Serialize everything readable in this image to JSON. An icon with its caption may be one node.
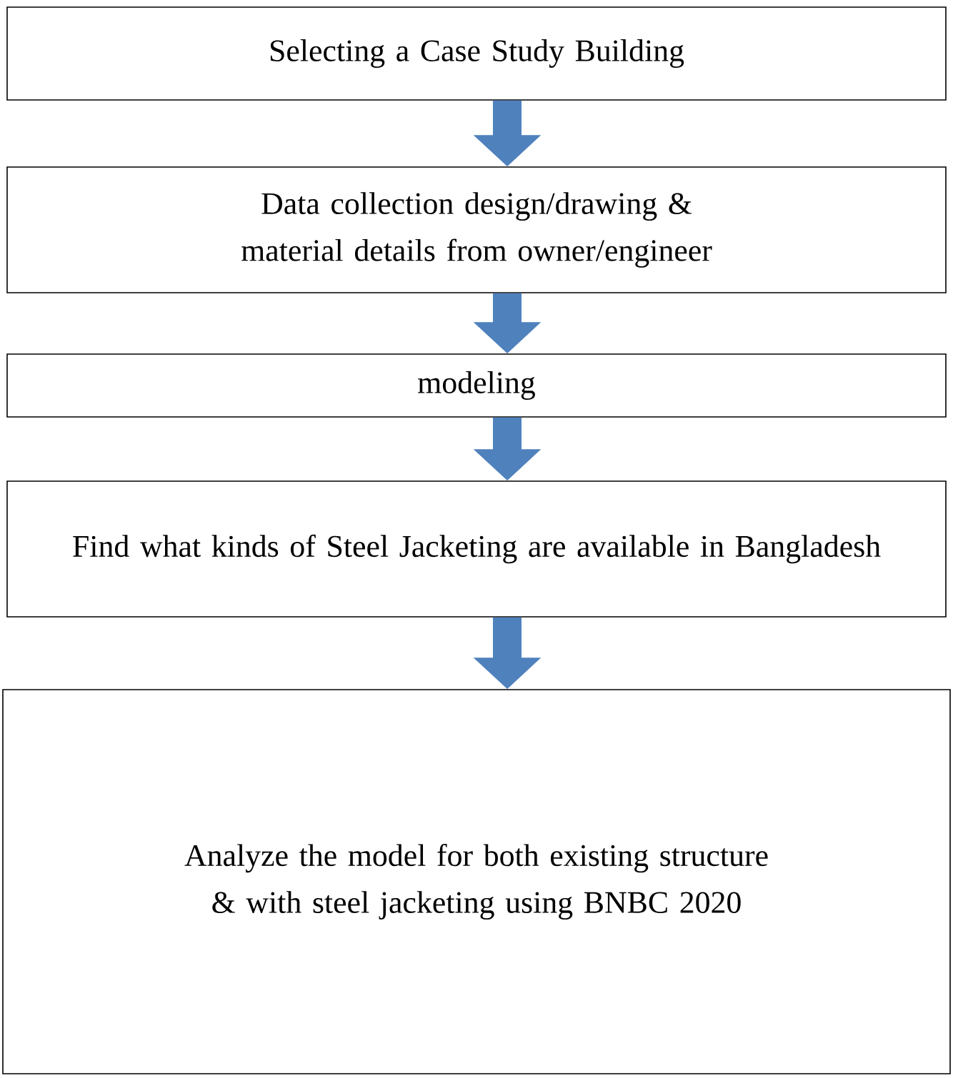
{
  "diagram": {
    "nodes": [
      {
        "text": [
          "Selecting a Case Study Building"
        ]
      },
      {
        "text": [
          "Data collection design/drawing & material details from owner/engineer"
        ]
      },
      {
        "text": [
          "modeling"
        ]
      },
      {
        "text": [
          "Find what kinds of Steel Jacketing are available in Bangladesh"
        ]
      },
      {
        "text": [
          "Analyze the model for both existing structure & with steel jacketing using BNBC 2020"
        ]
      }
    ],
    "edges": [
      {
        "from": 0,
        "to": 1,
        "arrow": "to"
      },
      {
        "from": 1,
        "to": 2,
        "arrow": "to"
      },
      {
        "from": 2,
        "to": 3,
        "arrow": "to"
      },
      {
        "from": 3,
        "to": 4,
        "arrow": "to"
      }
    ]
  }
}
